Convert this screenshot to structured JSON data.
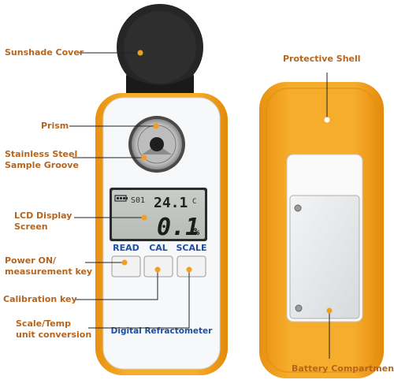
{
  "labels": {
    "sunshade_cover": "Sunshade Cover",
    "prism": "Prism",
    "sample_groove_line1": "Stainless Steel",
    "sample_groove_line2": "Sample Groove",
    "lcd_line1": "LCD Display",
    "lcd_line2": "Screen",
    "power_line1": "Power ON/",
    "power_line2": "measurement key",
    "calibration_key": "Calibration key",
    "scale_line1": "Scale/Temp",
    "scale_line2": "unit conversion",
    "protective_shell": "Protective Shell",
    "battery_compartment": "Battery Compartment"
  },
  "device": {
    "brand_label": "Digital Refractometer",
    "buttons": [
      "READ",
      "CAL",
      "SCALE"
    ],
    "lcd": {
      "mode": "S01",
      "temperature": "24.1",
      "temp_unit": "C",
      "reading": "0.1",
      "reading_unit": "%"
    }
  },
  "colors": {
    "shell": "#f5a623",
    "label_text": "#b5651d",
    "button_label": "#1f4fa0",
    "leader_dot": "#f0a020"
  }
}
